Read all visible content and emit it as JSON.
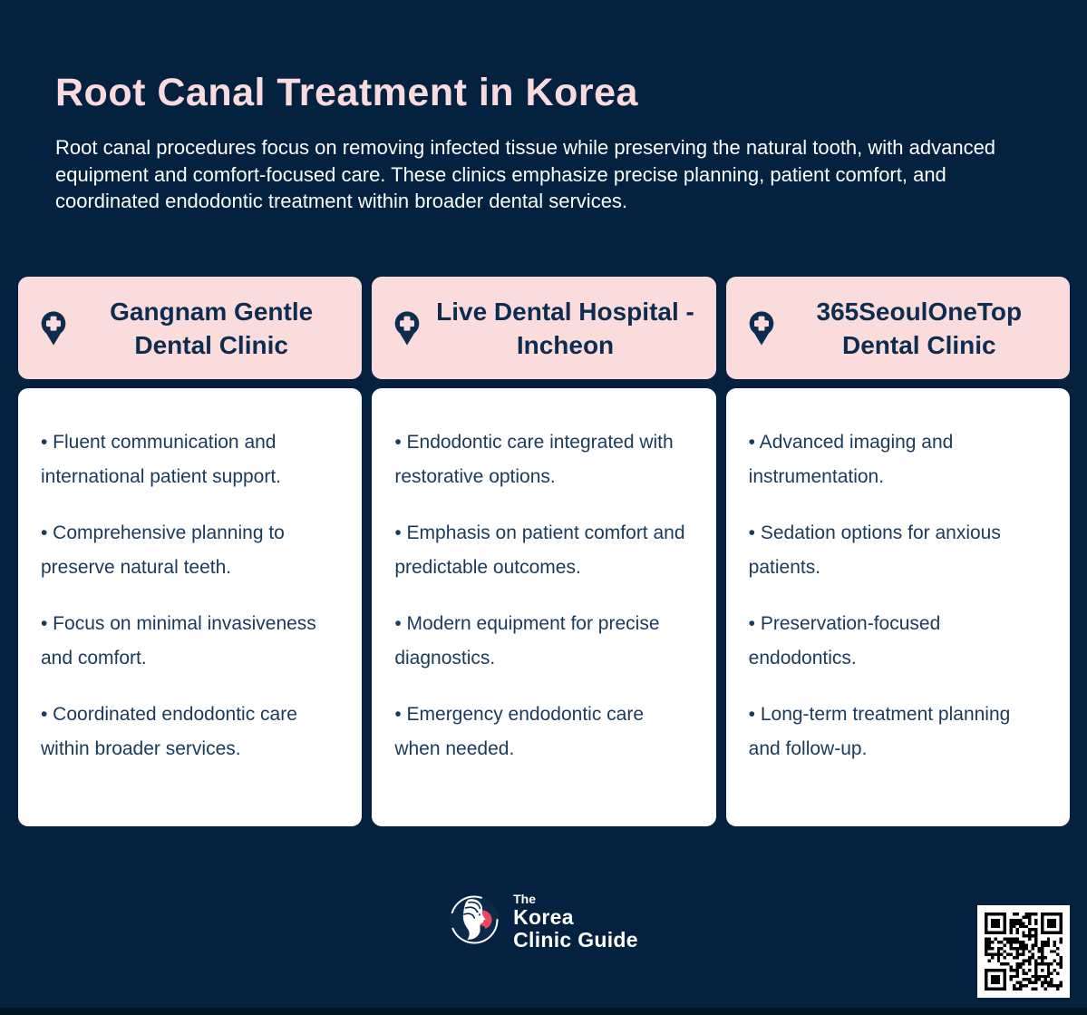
{
  "bullet_char": "•",
  "header": {
    "title": "Root Canal Treatment in Korea",
    "description": "Root canal procedures focus on removing infected tissue while preserving the natural tooth, with advanced equipment and comfort-focused care. These clinics emphasize precise planning, patient comfort, and coordinated endodontic treatment within broader dental services."
  },
  "clinics": [
    {
      "name": "Gangnam Gentle Dental Clinic",
      "bullets": [
        "Fluent communication and international patient support.",
        "Comprehensive planning to preserve natural teeth.",
        "Focus on minimal invasiveness and comfort.",
        "Coordinated endodontic care within broader services."
      ]
    },
    {
      "name": "Live Dental Hospital - Incheon",
      "bullets": [
        "Endodontic care integrated with restorative options.",
        "Emphasis on patient comfort and predictable outcomes.",
        "Modern equipment for precise diagnostics.",
        "Emergency endodontic care when needed."
      ]
    },
    {
      "name": "365SeoulOneTop Dental Clinic",
      "bullets": [
        "Advanced imaging and instrumentation.",
        "Sedation options for anxious patients.",
        "Preservation-focused endodontics.",
        "Long-term treatment planning and follow-up."
      ]
    }
  ],
  "footer": {
    "logo_the": "The",
    "logo_line1": "Korea",
    "logo_line2": "Clinic Guide"
  },
  "icons": {
    "clinic_header_icon": "location-pin-with-cross-icon",
    "footer_logo_icon": "korea-clinic-guide-emblem-icon",
    "qr": "qr-code"
  },
  "colors": {
    "background": "#042240",
    "card_header_pink": "#fbdcdd",
    "title_pink": "#fadbdd",
    "header_text_navy": "#0e2c4f",
    "body_text_navy": "#1a3a5c",
    "accent_red": "#e8495e",
    "bottom_strip": "#021422",
    "card_body_white": "#ffffff"
  }
}
